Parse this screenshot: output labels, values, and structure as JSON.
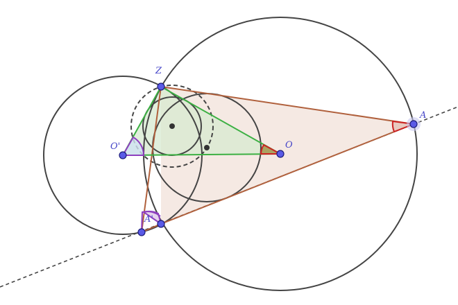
{
  "colors": {
    "circle": "#444444",
    "green": "#3cb043",
    "brown": "#b0603c",
    "point_fill": "#5a5ae6",
    "point_stroke": "#1c1c7a",
    "label": "#4646c8",
    "dark_point": "#333333",
    "angle_red": "#cc2222",
    "angle_purple": "#8e3fbf",
    "green_fill": "#d7ead0",
    "brown_fill": "#f3e3dc",
    "dashed": "#444444"
  },
  "points": {
    "Z": {
      "label": "Z"
    },
    "O_prime": {
      "label": "O'"
    },
    "O": {
      "label": "O"
    },
    "A": {
      "label": "A"
    },
    "A_prime": {
      "label": "A'"
    }
  }
}
